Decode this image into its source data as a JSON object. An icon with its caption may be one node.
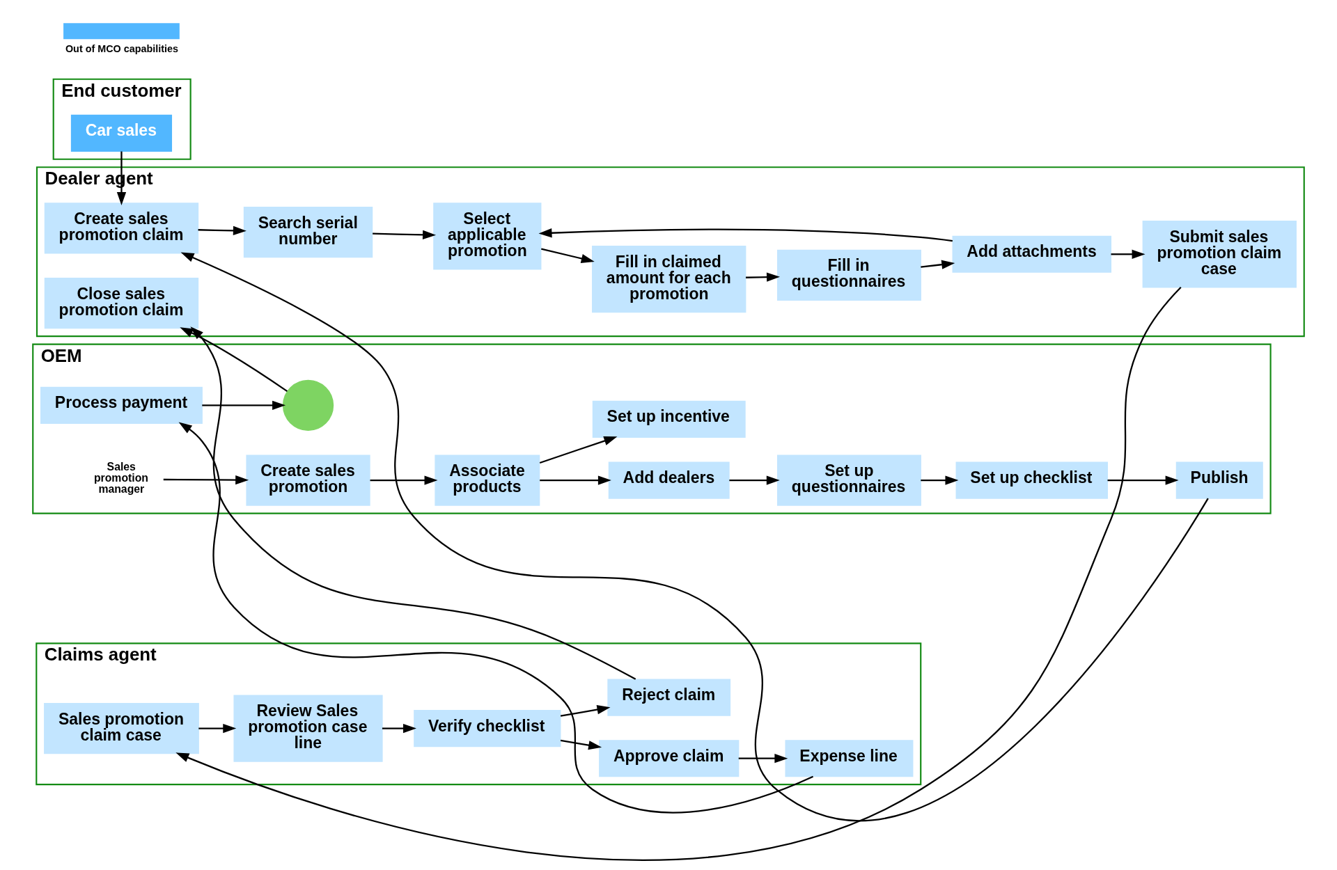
{
  "diagram": {
    "nodes": [
      {
        "text": [
          "OEM"
        ]
      },
      {
        "text": [
          "Create sales promotion"
        ],
        "in": 0
      },
      {
        "text": [
          "Associate products"
        ],
        "in": 0
      },
      {
        "text": [
          "Add dealers"
        ],
        "in": 0
      },
      {
        "text": [
          "Set up questionnaires"
        ],
        "in": 0
      },
      {
        "text": [
          "Set up checklist"
        ],
        "in": 0
      },
      {
        "text": [
          "Publish"
        ],
        "in": 0
      },
      {
        "text": [
          "Process payment"
        ],
        "in": 0
      },
      {
        "text": [
          "Sales promotion manager"
        ],
        "in": 0
      },
      {
        "text": [
          "Set up incentive"
        ],
        "in": 0
      },
      {
        "text": [],
        "shape": "circle",
        "in": 0
      },
      {
        "text": [
          "Dealer agent"
        ]
      },
      {
        "text": [
          "Create sales promotion claim"
        ],
        "in": 11
      },
      {
        "text": [
          "Search serial number"
        ],
        "in": 11
      },
      {
        "text": [
          "Select applicable promotion"
        ],
        "in": 11
      },
      {
        "text": [
          "Fill in claimed amount for each promotion"
        ],
        "in": 11
      },
      {
        "text": [
          "Fill in questionnaires"
        ],
        "in": 11
      },
      {
        "text": [
          "Add attachments"
        ],
        "in": 11
      },
      {
        "text": [
          "Submit sales promotion claim case"
        ],
        "in": 11
      },
      {
        "text": [
          "Close sales promotion claim"
        ],
        "in": 11
      },
      {
        "text": [
          "Claims agent"
        ]
      },
      {
        "text": [
          "Sales promotion claim case"
        ],
        "in": 20
      },
      {
        "text": [
          "Review Sales promotion case line"
        ],
        "in": 20
      },
      {
        "text": [
          "Verify checklist"
        ],
        "in": 20
      },
      {
        "text": [
          "Approve claim"
        ],
        "in": 20
      },
      {
        "text": [
          "Expense line"
        ],
        "in": 20
      },
      {
        "text": [
          "Reject claim"
        ],
        "in": 20
      },
      {
        "text": [
          "End customer"
        ]
      },
      {
        "text": [
          "Car sales"
        ],
        "in": 27
      }
    ],
    "edges": [
      {
        "from": 1,
        "to": 2,
        "arrow": "to"
      },
      {
        "from": 2,
        "to": 3,
        "arrow": "to"
      },
      {
        "from": 3,
        "to": 4,
        "arrow": "to"
      },
      {
        "from": 4,
        "to": 5,
        "arrow": "to"
      },
      {
        "from": 5,
        "to": 6,
        "arrow": "to"
      },
      {
        "from": 8,
        "to": 1,
        "arrow": "to"
      },
      {
        "from": 2,
        "to": 9,
        "arrow": "to"
      },
      {
        "from": 6,
        "to": 12,
        "arrow": "to"
      },
      {
        "from": 25,
        "to": 7,
        "arrow": "to"
      },
      {
        "from": 7,
        "to": 10,
        "arrow": "to"
      },
      {
        "from": 10,
        "to": 19,
        "arrow": "to"
      },
      {
        "from": 12,
        "to": 13,
        "arrow": "to"
      },
      {
        "from": 13,
        "to": 14,
        "arrow": "to"
      },
      {
        "from": 14,
        "to": 15,
        "arrow": "to"
      },
      {
        "from": 15,
        "to": 16,
        "arrow": "to"
      },
      {
        "from": 16,
        "to": 17,
        "arrow": "to"
      },
      {
        "from": 17,
        "to": 14,
        "arrow": "to"
      },
      {
        "from": 17,
        "to": 18,
        "arrow": "to"
      },
      {
        "from": 18,
        "to": 21,
        "arrow": "to"
      },
      {
        "from": 28,
        "to": 12,
        "arrow": "to"
      },
      {
        "from": 21,
        "to": 22,
        "arrow": "to"
      },
      {
        "from": 22,
        "to": 23,
        "arrow": "to"
      },
      {
        "from": 23,
        "to": 24,
        "arrow": "to"
      },
      {
        "from": 23,
        "to": 26,
        "arrow": "to"
      },
      {
        "from": 24,
        "to": 25,
        "arrow": "to"
      },
      {
        "from": 26,
        "to": 19,
        "arrow": "to"
      }
    ],
    "legend": [
      {
        "text": "Out of MCO capabilities",
        "color": "#52b7ff"
      }
    ]
  }
}
